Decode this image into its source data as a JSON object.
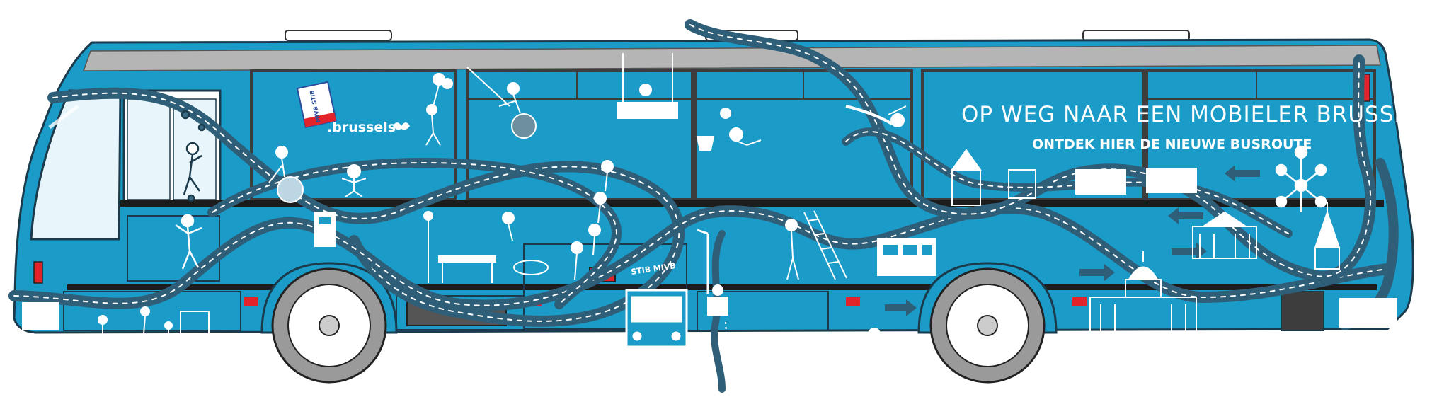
{
  "ad": {
    "headline": "OP WEG NAAR EEN MOBIELER BRUSSEL",
    "subheadline": "ONTDEK HIER DE NIEUWE BUSROUTE"
  },
  "branding": {
    "operator_logo_text": "MIVB STIB",
    "brand_name": ".brussels",
    "bus_stop_sign": "STIB MIVB"
  },
  "colors": {
    "bus_body": "#1a9bc8",
    "road": "#2f5f78",
    "road_dash": "#ffffff",
    "roof_stripe": "#b5b5b5",
    "window_frame": "#3d3d3d",
    "brand_red": "#e2232a",
    "brand_blue": "#2b4c9b",
    "wheel_tire": "#999999",
    "wheel_rim": "#ffffff"
  },
  "icons": [
    "climbing-figure-icon",
    "balloon-child-icon",
    "hammock-figure-icon",
    "swing-child-icon",
    "ladder-worker-icon",
    "atomium-icon",
    "palace-of-justice-icon",
    "royal-palace-icon",
    "bus-icon",
    "tram-icon",
    "manneken-pis-icon",
    "bus-shelter-icon",
    "flying-figure-icon",
    "dog-icon"
  ]
}
